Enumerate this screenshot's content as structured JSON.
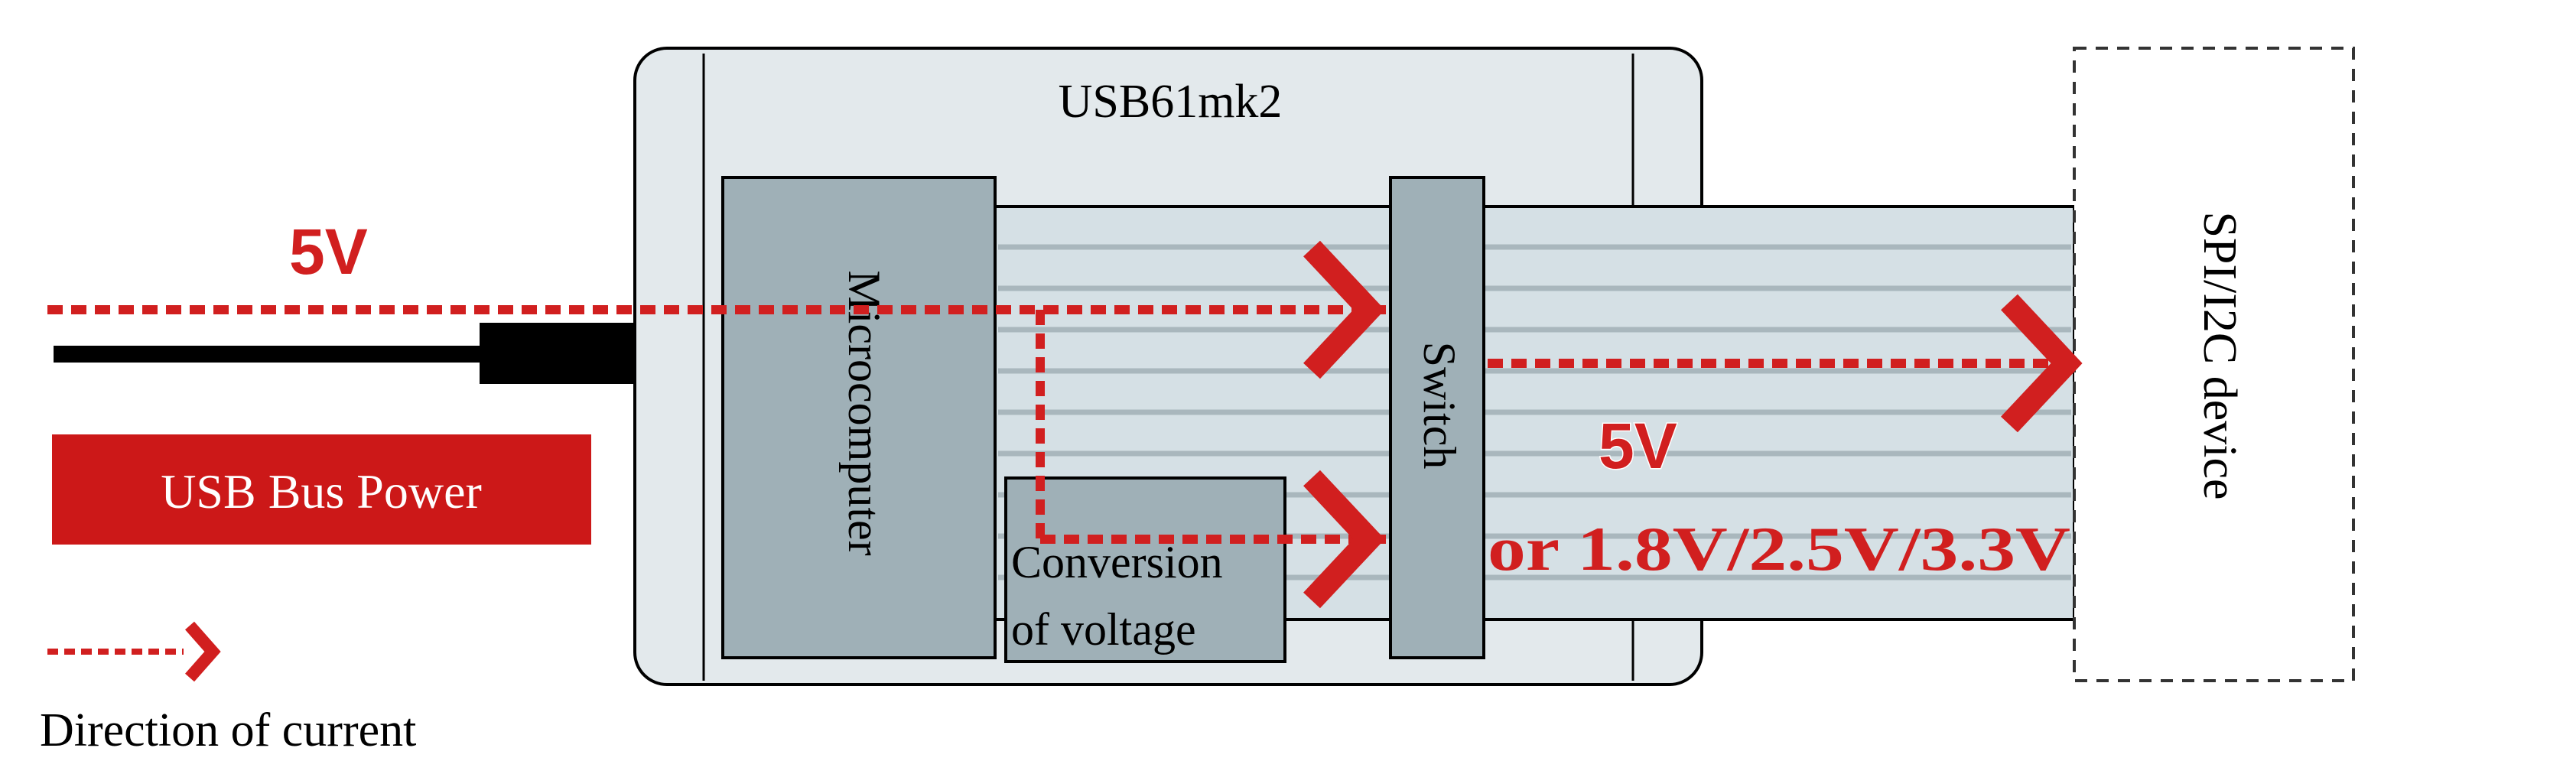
{
  "labels": {
    "device_name": "USB61mk2",
    "microcomputer": "Microcomputer",
    "conversion_line1": "Conversion",
    "conversion_line2": "of voltage",
    "switch": "Switch",
    "target_device": "SPI/I2C device",
    "input_voltage": "5V",
    "output_voltage_main": "5V",
    "output_voltage_alt": "or 1.8V/2.5V/3.3V",
    "usb_bus_power": "USB Bus Power",
    "legend_text": "Direction of current"
  },
  "colors": {
    "current_red": "#d11f1f",
    "box_fill": "#9fb0b7",
    "enclosure_fill": "#e3e9ec",
    "cable_fill": "#d5e0e5",
    "stripe": "#a9b7bd"
  }
}
